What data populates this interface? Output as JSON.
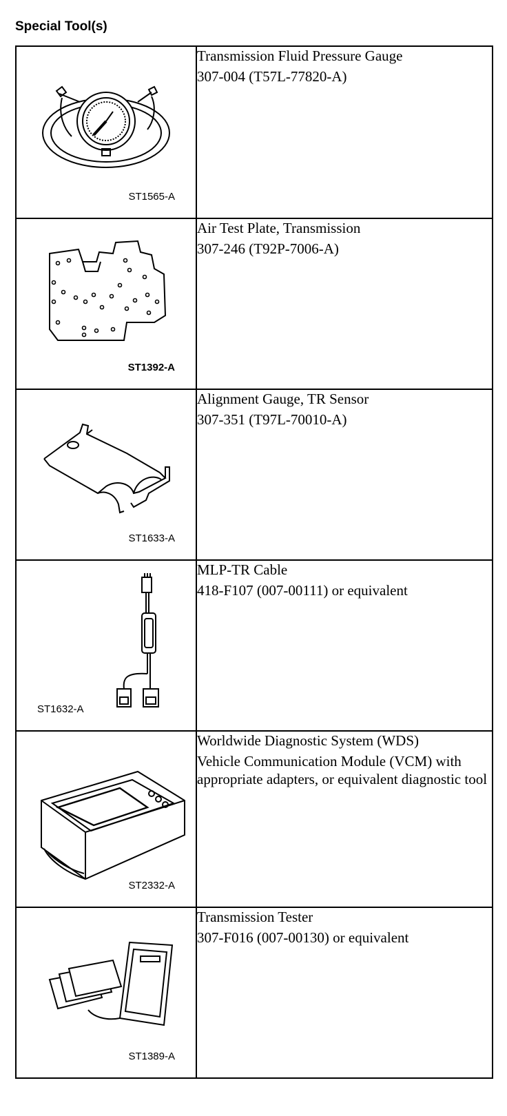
{
  "heading": "Special Tool(s)",
  "tools": [
    {
      "code": "ST1565-A",
      "lines": [
        "Transmission Fluid Pressure Gauge",
        "307-004 (T57L-77820-A)"
      ]
    },
    {
      "code": "ST1392-A",
      "lines": [
        "Air Test Plate, Transmission",
        "307-246 (T92P-7006-A)"
      ]
    },
    {
      "code": "ST1633-A",
      "lines": [
        "Alignment Gauge, TR Sensor",
        "307-351 (T97L-70010-A)"
      ]
    },
    {
      "code": "ST1632-A",
      "lines": [
        "MLP-TR Cable",
        "418-F107 (007-00111) or equivalent"
      ]
    },
    {
      "code": "ST2332-A",
      "lines": [
        "Worldwide Diagnostic System (WDS)"
      ],
      "extra": "Vehicle Communication Module (VCM) with appropriate adapters, or equivalent diagnostic tool"
    },
    {
      "code": "ST1389-A",
      "lines": [
        "Transmission Tester",
        "307-F016 (007-00130) or equivalent"
      ]
    }
  ]
}
